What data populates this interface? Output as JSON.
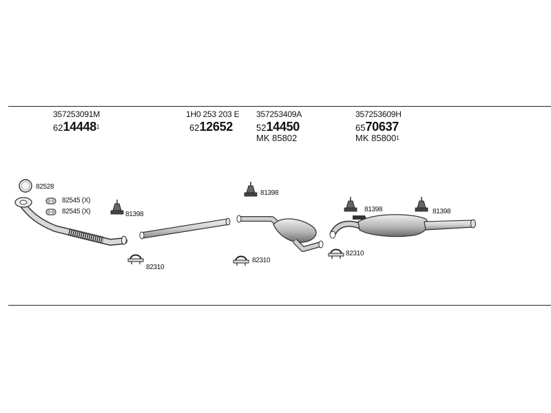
{
  "headers": [
    {
      "oem": "357253091M",
      "prefix": "62",
      "number": "14448",
      "sup": "1",
      "mk": "",
      "mk_sup": ""
    },
    {
      "oem": "1H0 253 203 E",
      "prefix": "62",
      "number": "12652",
      "sup": "",
      "mk": "",
      "mk_sup": ""
    },
    {
      "oem": "357253409A",
      "prefix": "52",
      "number": "14450",
      "sup": "",
      "mk": "MK  85802",
      "mk_sup": ""
    },
    {
      "oem": "357253609H",
      "prefix": "65",
      "number": "70637",
      "sup": "",
      "mk": "MK  85800",
      "mk_sup": "1"
    }
  ],
  "callouts": {
    "ring": "82528",
    "gasket_a": "82545 (X)",
    "gasket_b": "82545 (X)",
    "hanger_1": "81398",
    "clamp_1": "82310",
    "hanger_2": "81398",
    "clamp_2": "82310",
    "hanger_3": "81398",
    "clamp_3": "82310",
    "hanger_4": "81398"
  }
}
